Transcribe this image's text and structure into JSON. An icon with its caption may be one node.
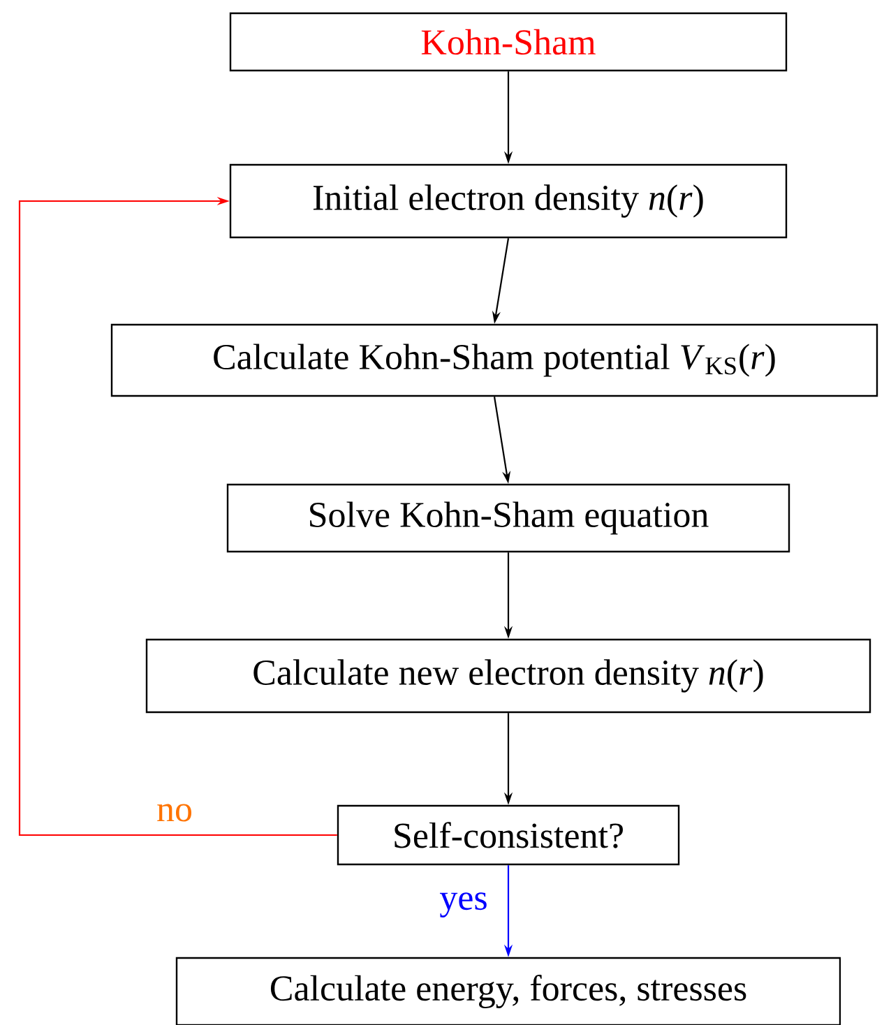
{
  "diagram": {
    "nodes": [
      {
        "text": [
          "Kohn-Sham"
        ]
      },
      {
        "text": [
          "Initial electron density *n*(*r*)"
        ]
      },
      {
        "text": [
          "Calculate Kohn-Sham potential *V*$_{KS}$(*r*)"
        ]
      },
      {
        "text": [
          "Solve Kohn-Sham equation"
        ]
      },
      {
        "text": [
          "Calculate new electron density *n*(*r*)"
        ]
      },
      {
        "text": [
          "Self-consistent?"
        ]
      },
      {
        "text": [
          "Calculate energy, forces, stresses"
        ]
      }
    ],
    "edges": [
      {
        "from": 0,
        "to": 1,
        "arrow": "to"
      },
      {
        "from": 1,
        "to": 2,
        "arrow": "to"
      },
      {
        "from": 2,
        "to": 3,
        "arrow": "to"
      },
      {
        "from": 3,
        "to": 4,
        "arrow": "to"
      },
      {
        "from": 4,
        "to": 5,
        "arrow": "to"
      },
      {
        "from": 5,
        "to": 6,
        "arrow": "to",
        "label": "yes",
        "color": "#0000ff"
      },
      {
        "from": 5,
        "to": 1,
        "arrow": "to",
        "label": "no",
        "color": "#ff0000"
      }
    ]
  }
}
